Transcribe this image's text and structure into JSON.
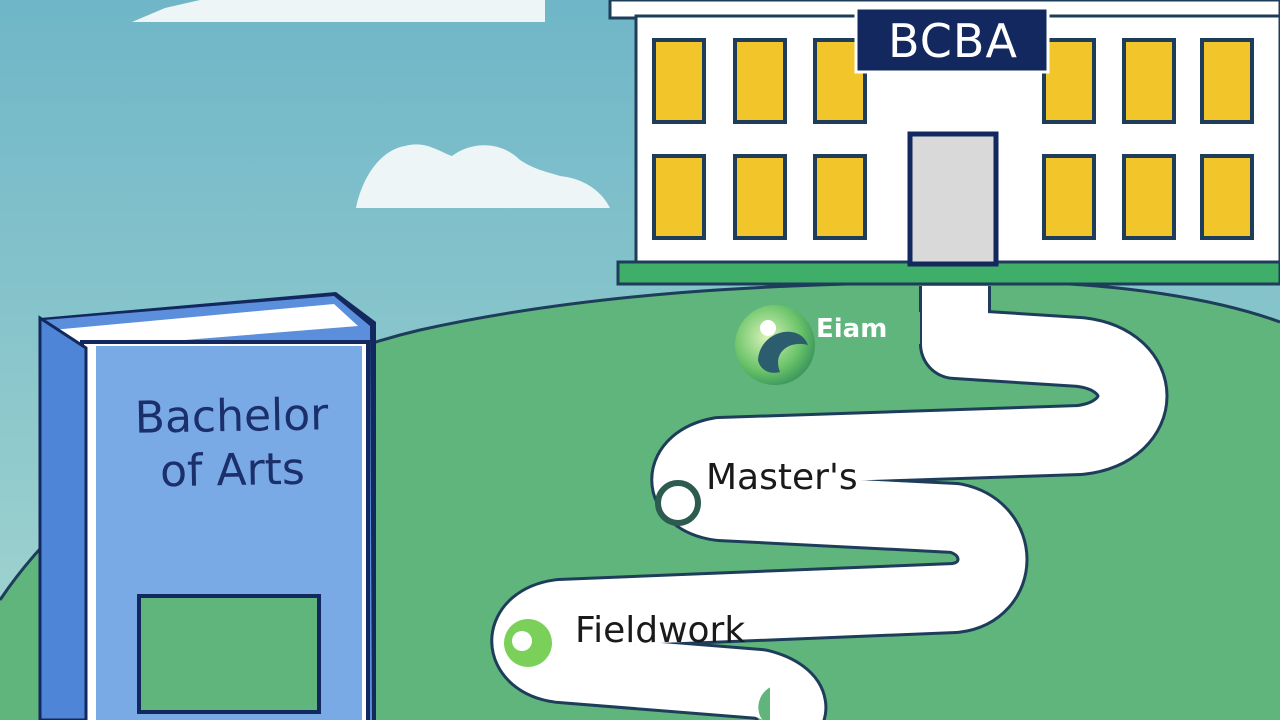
{
  "building": {
    "sign": "BCBA"
  },
  "book": {
    "title_line1": "Bachelor",
    "title_line2": "of Arts"
  },
  "path": {
    "steps": [
      {
        "label": "Eiam"
      },
      {
        "label": "Master's"
      },
      {
        "label": "Fieldwork"
      }
    ]
  },
  "colors": {
    "sky": "#8ec9d0",
    "hill": "#5fb57c",
    "book_blue": "#7aaae6",
    "navy": "#13285f",
    "window_yellow": "#f2c52a",
    "path_white": "#ffffff"
  }
}
